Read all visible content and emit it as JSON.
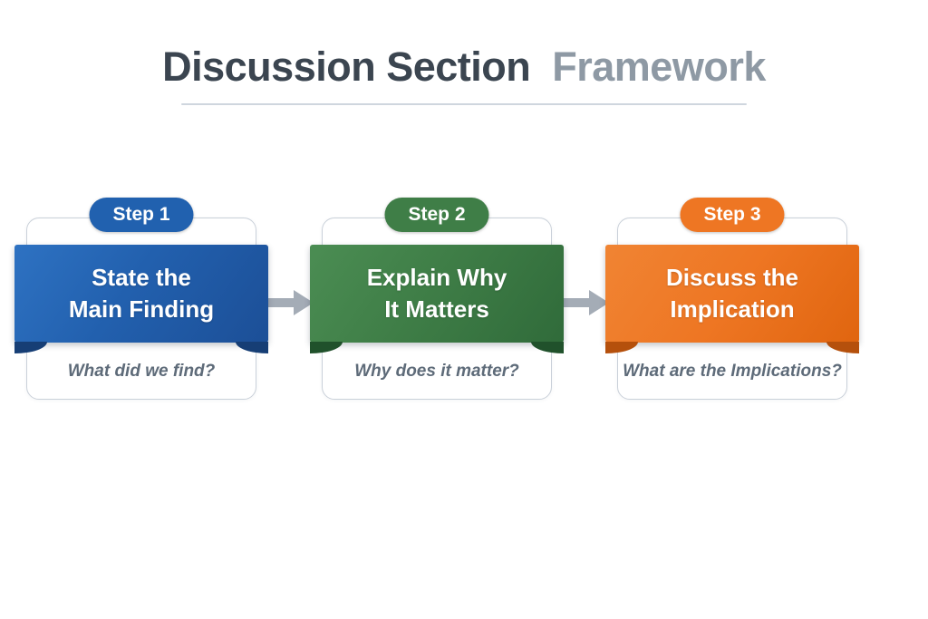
{
  "title": {
    "primary": "Discussion Section",
    "secondary": "Framework"
  },
  "steps": [
    {
      "badge": "Step 1",
      "heading_line1": "State the",
      "heading_line2": "Main Finding",
      "question": "What did we find?",
      "accent_color": "#2161af"
    },
    {
      "badge": "Step 2",
      "heading_line1": "Explain Why",
      "heading_line2": "It Matters",
      "question": "Why does it matter?",
      "accent_color": "#3f7e47"
    },
    {
      "badge": "Step 3",
      "heading_line1": "Discuss the",
      "heading_line2": "Implication",
      "question": "What are the Implications?",
      "accent_color": "#ee7623"
    }
  ],
  "icons": {
    "connector": "arrow-right-icon"
  },
  "colors": {
    "title_primary": "#3b4550",
    "title_secondary": "#8e99a4",
    "title_underline": "#cfd6de",
    "card_border": "#c9d0d9",
    "question_text": "#5e6b79",
    "arrow": "#a4acb6",
    "step1_blue": "#2161af",
    "step2_green": "#3f7e47",
    "step3_orange": "#ee7623"
  }
}
